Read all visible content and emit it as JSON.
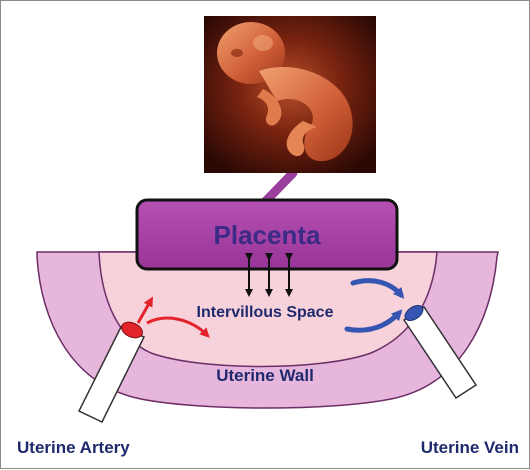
{
  "labels": {
    "placenta": "Placenta",
    "intervillous_space": "Intervillous Space",
    "uterine_wall": "Uterine Wall",
    "uterine_artery": "Uterine Artery",
    "uterine_vein": "Uterine Vein"
  },
  "colors": {
    "placenta_fill": "#a33fa0",
    "placenta_text": "#3b2a86",
    "label_navy": "#1f2a6e",
    "uterine_wall_fill": "#e7b6dd",
    "intervillous_fill": "#f8d2da",
    "umbilical_cord": "#9b3f9d",
    "artery_red": "#e3242b",
    "vein_blue": "#3655b3",
    "fetus_photo_bg": "#3a0c06",
    "fetus_tone": "#d7693f"
  },
  "icons": {
    "fetus": "fetus-photo",
    "exchange": "exchange-arrows",
    "artery_flow": "artery-flow-arrows",
    "vein_flow": "vein-flow-arrows"
  }
}
